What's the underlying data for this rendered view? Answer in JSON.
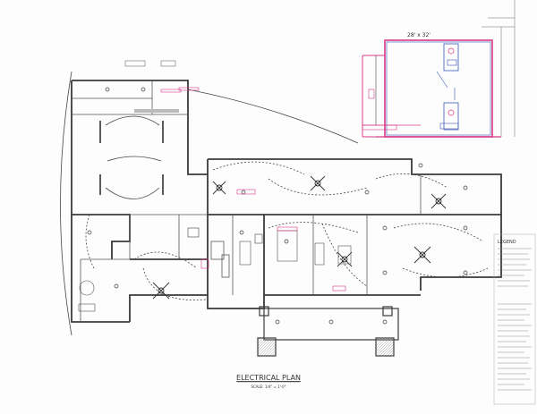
{
  "plan": {
    "title": "ELECTRICAL PLAN",
    "scale": "SCALE: 1/4\" = 1'-0\"",
    "addition_dimension": "28' x 32'",
    "legend_heading": "LEGEND"
  },
  "colors": {
    "ink": "#3a3a3a",
    "addition_outline": "#d63a86",
    "addition_blue": "#3a55b8",
    "pink_note": "#d0336a"
  },
  "icons": {
    "ceiling_fan": "ceiling-fan-icon",
    "light_fixture": "light-fixture-icon",
    "switch": "switch-icon",
    "outlet": "outlet-icon"
  }
}
